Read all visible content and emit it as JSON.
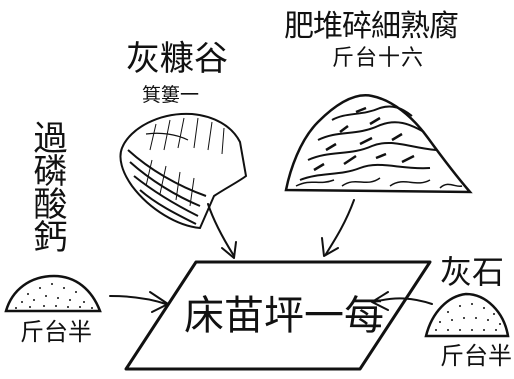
{
  "ingredients": {
    "rice_husk_ash": {
      "name": "灰糠谷",
      "amount": "箕簍一"
    },
    "compost": {
      "name": "肥堆碎細熟腐",
      "amount": "斤台十六"
    },
    "superphosphate": {
      "name": "過磷酸鈣",
      "amount": "斤台半"
    },
    "lime": {
      "name": "灰石",
      "amount": "斤台半"
    }
  },
  "seedbed": {
    "label": "床苗坪一每"
  },
  "colors": {
    "ink": "#111111",
    "paper": "#ffffff"
  }
}
